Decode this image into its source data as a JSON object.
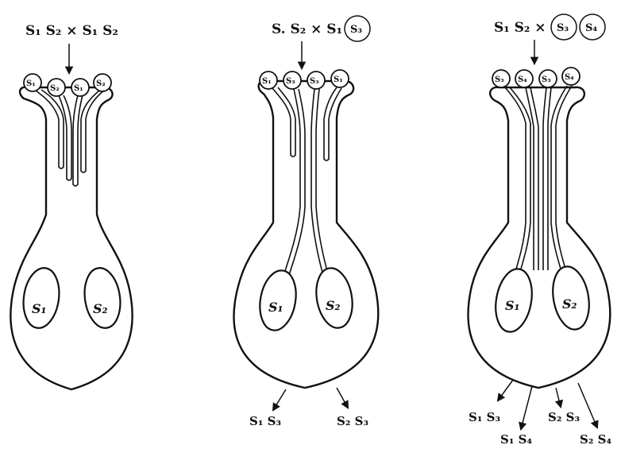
{
  "diagrams": [
    {
      "cross": "S₁ S₂ × S₁ S₂",
      "grains": [
        "S₁",
        "S₂",
        "S₁",
        "S₂"
      ],
      "ovules": [
        "S₁",
        "S₂"
      ]
    },
    {
      "cross_main": "S. S₂ × S₁",
      "circled": [
        "S₃"
      ],
      "grains": [
        "S₁",
        "S₃",
        "S₃",
        "S₁"
      ],
      "ovules": [
        "S₁",
        "S₂"
      ],
      "progeny": [
        "S₁ S₃",
        "S₂ S₃"
      ]
    },
    {
      "cross_main": "S₁ S₂ ×",
      "circled": [
        "S₃",
        "S₄"
      ],
      "grains": [
        "S₃",
        "S₄",
        "S₃",
        "S₄"
      ],
      "ovules": [
        "S₁",
        "S₂"
      ],
      "progeny": [
        "S₁ S₃",
        "S₁ S₄",
        "S₂ S₃",
        "S₂ S₄"
      ]
    }
  ]
}
